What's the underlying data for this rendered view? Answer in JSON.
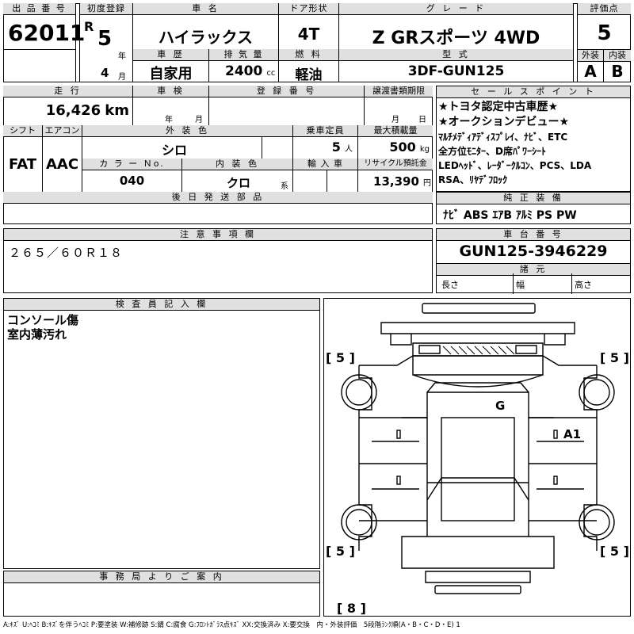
{
  "hdr": {
    "lot_label": "出 品 番 号",
    "lot": "62011",
    "first_reg_label": "初度登録",
    "era": "R",
    "year": "5",
    "year_unit": "年",
    "month": "4",
    "month_unit": "月",
    "car_name_label": "車 名",
    "car_name": "ハイラックス",
    "door_label": "ドア形状",
    "door": "4T",
    "grade_label": "グ レ ー ド",
    "grade": "Z GRスポーツ 4WD",
    "score_label": "評価点",
    "score": "5",
    "history_label": "車 歴",
    "history": "自家用",
    "disp_label": "排 気 量",
    "disp": "2400",
    "disp_unit": "cc",
    "fuel_label": "燃 料",
    "fuel": "軽油",
    "model_label": "型 式",
    "model": "3DF-GUN125",
    "ext_label": "外装",
    "ext": "A",
    "int_label": "内装",
    "int": "B"
  },
  "mid": {
    "mileage_label": "走 行",
    "mileage": "16,426",
    "mileage_unit": "km",
    "inspection_label": "車 検",
    "insp_year_unit": "年",
    "insp_month_unit": "月",
    "regno_label": "登 録 番 号",
    "transfer_label": "譲渡書類期限",
    "transfer_month": "月",
    "transfer_day": "日",
    "shift_label": "シフト",
    "shift": "FAT",
    "ac_label": "エアコン",
    "ac": "AAC",
    "color_label": "外 装 色",
    "color": "シロ",
    "seats_label": "乗車定員",
    "seats": "5",
    "seats_unit": "人",
    "load_label": "最大積載量",
    "load": "500",
    "load_unit": "kg",
    "colorno_label": "カ ラ ー Ｎo.",
    "colorno": "040",
    "intcolor_label": "内 装 色",
    "intcolor": "クロ",
    "intcolor_unit": "系",
    "import_label": "輸 入 車",
    "recycle_label": "リサイクル預託金",
    "recycle": "13,390",
    "recycle_unit": "円",
    "later_label": "後 日 発 送 部 品"
  },
  "sales": {
    "label": "セ ー ル ス ポ イ ン ト",
    "lines": [
      "★トヨタ認定中古車歴★",
      "★オークションデビュー★",
      "ﾏﾙﾁﾒﾃﾞｨｱﾃﾞｨｽﾌﾟﾚｲ、ﾅﾋﾞ、ETC",
      "全方位ﾓﾆﾀｰ、D席ﾊﾟﾜｰｼｰﾄ",
      "LEDﾍｯﾄﾞ、ﾚｰﾀﾞｰｸﾙｺﾝ、PCS、LDA",
      "RSA、ﾘﾔﾃﾞﾌﾛｯｸ"
    ]
  },
  "equip": {
    "label": "純 正 装 備",
    "value": "ﾅﾋﾞ ABS ｴｱB ｱﾙﾐ PS PW"
  },
  "notes": {
    "label": "注 意 事 項 欄",
    "value": "２６５／６０Ｒ１８"
  },
  "chassis": {
    "label": "車 台 番 号",
    "value": "GUN125-3946229",
    "spec_label": "諸 元",
    "length": "長さ",
    "width": "幅",
    "height": "高さ"
  },
  "inspector": {
    "label": "検 査 員 記 入 欄",
    "lines": [
      "コンソール傷",
      "室内薄汚れ"
    ]
  },
  "office": {
    "label": "事 務 局 よ り ご 案 内"
  },
  "diagram": {
    "tire_fl": "[ 5 ]",
    "tire_fr": "[ 5 ]",
    "tire_rl": "[ 5 ]",
    "tire_rr": "[ 5 ]",
    "spare": "[ 8 ]",
    "mark_g": "G",
    "mark_a1": "A1"
  },
  "legend": "A:ｷｽﾞ U:ﾍｺﾐ B:ｷｽﾞを伴うﾍｺﾐ P:要塗装 W:補修跡 S:錆 C:腐食 G:ﾌﾛﾝﾄｶﾞﾗｽ点ｷｽﾞ XX:交換済み X:要交換　内・外装評価　5段階ﾗﾝｸ順(A・B・C・D・E) 1"
}
